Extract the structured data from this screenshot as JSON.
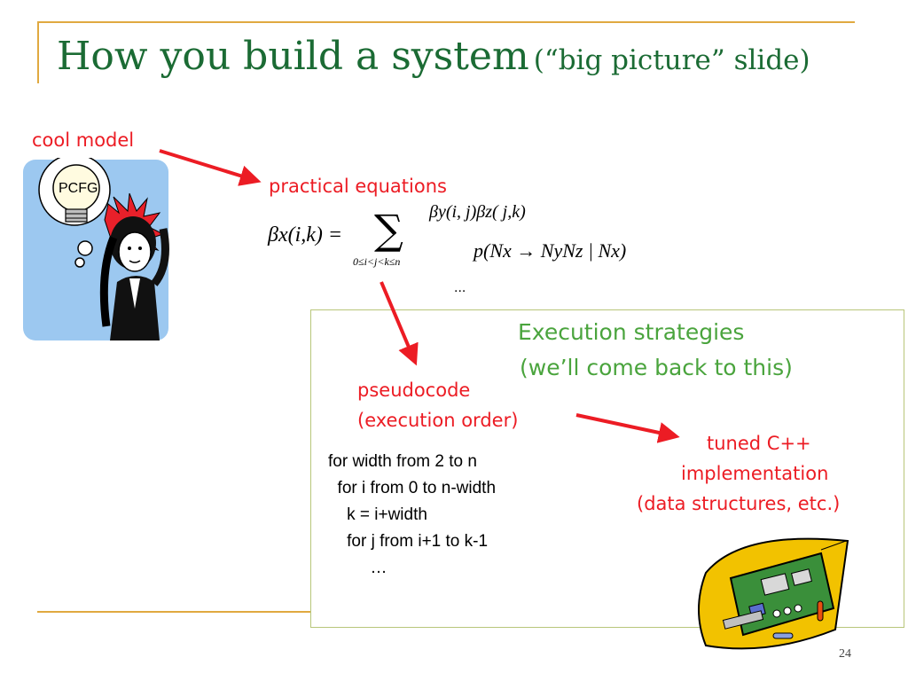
{
  "title": {
    "main": "How you build a system",
    "sub": "(“big picture” slide)"
  },
  "labels": {
    "cool_model": "cool model",
    "practical_equations": "practical equations",
    "pcfg": "PCFG",
    "pseudocode": "pseudocode",
    "execution_order": "(execution order)",
    "tuned_line1": "tuned C++",
    "tuned_line2": "implementation",
    "tuned_line3": "(data structures, etc.)",
    "exec_title": "Execution strategies",
    "exec_sub": "(we’ll come back to this)",
    "eq_ellipsis": "..."
  },
  "equation": {
    "lhs": "βx(i,k) =",
    "sum_index": "0≤i<j<k≤n",
    "numerator": "βy(i, j)βz( j,k)",
    "denominator": "p(Nx → NyNz | Nx)"
  },
  "code": [
    "for width from 2 to n",
    "  for i from 0 to n-width",
    "    k = i+width",
    "    for j from i+1 to k-1",
    "         …"
  ],
  "page_number": "24",
  "colors": {
    "title": "#1b6b34",
    "accent_red": "#ec1c24",
    "accent_green": "#4aa43d",
    "rule": "#e0a940"
  }
}
